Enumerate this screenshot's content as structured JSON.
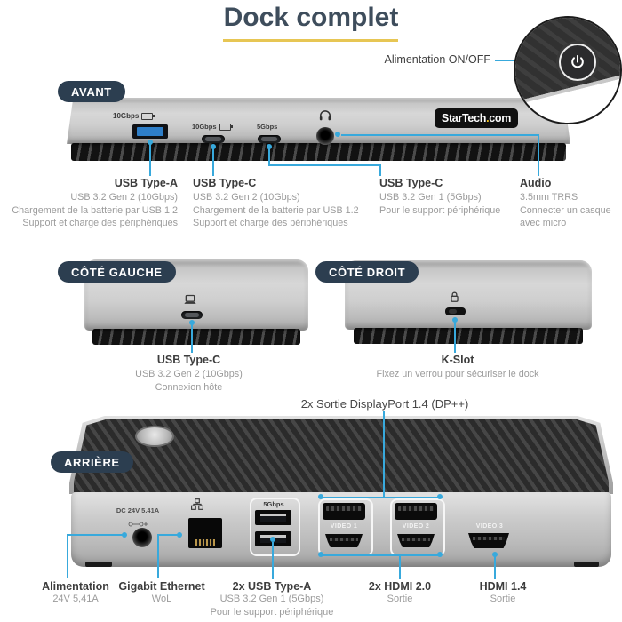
{
  "title": "Dock complet",
  "power_callout": "Alimentation ON/OFF",
  "brand": {
    "left": "StarTech",
    "dot": ".",
    "right": "com"
  },
  "front": {
    "badge": "AVANT",
    "marking_usb_a": "10Gbps",
    "marking_usb_c1": "10Gbps",
    "marking_usb_c2": "5Gbps",
    "callouts": [
      {
        "title": "USB Type-A",
        "line1": "USB 3.2 Gen 2 (10Gbps)",
        "line2": "Chargement de la batterie par USB 1.2",
        "line3": "Support et charge des périphériques"
      },
      {
        "title": "USB Type-C",
        "line1": "USB 3.2 Gen 2 (10Gbps)",
        "line2": "Chargement de la batterie par USB 1.2",
        "line3": "Support et charge des périphériques"
      },
      {
        "title": "USB Type-C",
        "line1": "USB 3.2 Gen 1 (5Gbps)",
        "line2": "Pour le support périphérique"
      },
      {
        "title": "Audio",
        "line1": "3.5mm TRRS",
        "line2": "Connecter un casque avec micro"
      }
    ]
  },
  "left_side": {
    "badge": "CÔTÉ GAUCHE",
    "callout": {
      "title": "USB Type-C",
      "line1": "USB 3.2 Gen 2 (10Gbps)",
      "line2": "Connexion hôte"
    }
  },
  "right_side": {
    "badge": "CÔTÉ DROIT",
    "callout": {
      "title": "K-Slot",
      "line1": "Fixez un verrou pour sécuriser le dock"
    }
  },
  "rear": {
    "badge": "ARRIÈRE",
    "dp_label": "2x Sortie DisplayPort 1.4 (DP++)",
    "marking_dc": "DC 24V 5.41A",
    "marking_usb": "5Gbps",
    "marking_video1": "VIDEO 1",
    "marking_video2": "VIDEO 2",
    "marking_video3": "VIDEO 3",
    "callouts": [
      {
        "title": "Alimentation",
        "line1": "24V 5,41A"
      },
      {
        "title": "Gigabit Ethernet",
        "line1": "WoL"
      },
      {
        "title": "2x USB Type-A",
        "line1": "USB 3.2 Gen 1 (5Gbps)",
        "line2": "Pour le support périphérique"
      },
      {
        "title": "2x HDMI 2.0",
        "line1": "Sortie"
      },
      {
        "title": "HDMI 1.4",
        "line1": "Sortie"
      }
    ]
  },
  "colors": {
    "accent": "#38a9dc",
    "badge_bg": "#2c3e50",
    "underline": "#e7c654",
    "title": "#3e4d5c"
  }
}
